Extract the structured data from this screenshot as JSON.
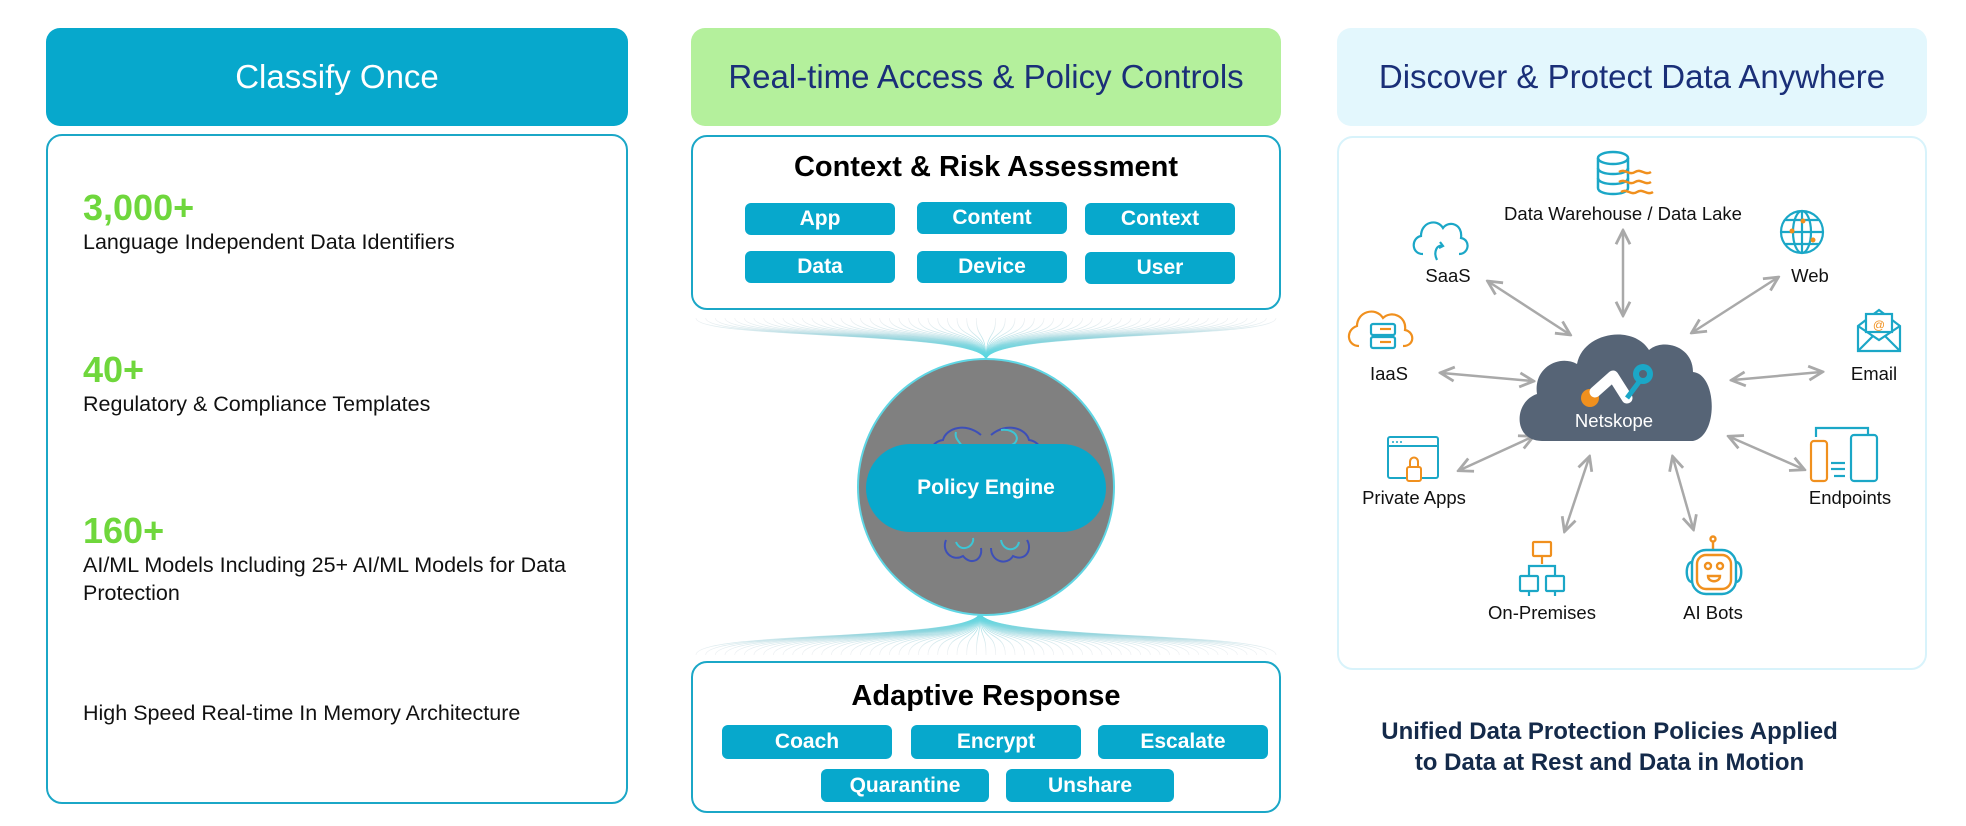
{
  "columns": {
    "classify": {
      "title": "Classify Once",
      "stats": [
        {
          "value": "3,000+",
          "description": "Language Independent Data Identifiers"
        },
        {
          "value": "40+",
          "description": "Regulatory & Compliance Templates"
        },
        {
          "value": "160+",
          "description": "AI/ML Models Including 25+ AI/ML Models for Data Protection"
        },
        {
          "value": "",
          "description": "High Speed Real-time In Memory Architecture"
        }
      ]
    },
    "policy": {
      "title": "Real-time Access & Policy Controls",
      "context_box": {
        "title": "Context & Risk Assessment",
        "items": [
          "App",
          "Content",
          "Context",
          "Data",
          "Device",
          "User"
        ]
      },
      "engine": {
        "label": "Policy Engine"
      },
      "response_box": {
        "title": "Adaptive Response",
        "items": [
          "Coach",
          "Encrypt",
          "Escalate",
          "Quarantine",
          "Unshare"
        ]
      }
    },
    "discover": {
      "title": "Discover & Protect Data Anywhere",
      "hub": {
        "label": "Netskope"
      },
      "nodes": [
        {
          "label": "Data Warehouse / Data Lake",
          "icon": "database-icon"
        },
        {
          "label": "SaaS",
          "icon": "cloud-sync-icon"
        },
        {
          "label": "Web",
          "icon": "globe-icon"
        },
        {
          "label": "IaaS",
          "icon": "cloud-server-icon"
        },
        {
          "label": "Email",
          "icon": "email-icon"
        },
        {
          "label": "Private Apps",
          "icon": "locked-window-icon"
        },
        {
          "label": "Endpoints",
          "icon": "devices-icon"
        },
        {
          "label": "On-Premises",
          "icon": "network-icon"
        },
        {
          "label": "AI Bots",
          "icon": "robot-icon"
        }
      ],
      "caption_line1": "Unified Data Protection Policies Applied",
      "caption_line2": "to Data at Rest and Data in Motion"
    }
  },
  "colors": {
    "primary_teal": "#07a8cc",
    "accent_green": "#6fd73c",
    "header_green": "#b4f09c",
    "header_light_blue": "#e3f7fd",
    "navy": "#1a2f78",
    "hub_gray": "#566476",
    "icon_orange": "#f0901e",
    "icon_teal": "#1ba7c7"
  }
}
